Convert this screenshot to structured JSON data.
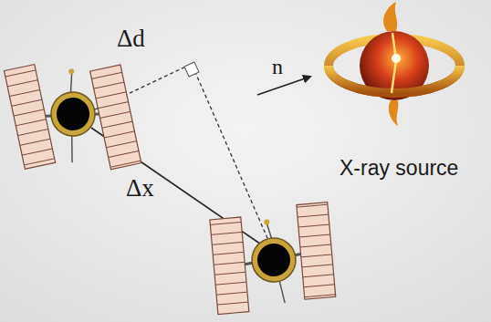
{
  "diagram": {
    "labels": [
      "Δd",
      "Δx⃗",
      "n⃗",
      "X-ray source"
    ]
  }
}
